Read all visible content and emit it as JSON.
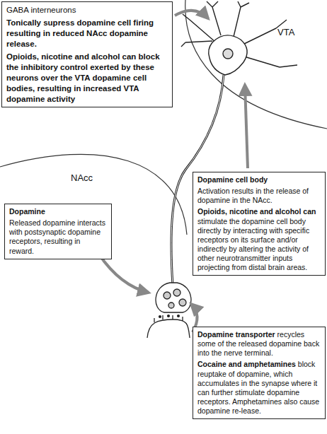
{
  "diagram": {
    "nodes": [
      {
        "text": [
          "GABA interneurons",
          "Tonically supress dopamine cell firing resulting in reduced NAcc dopamine release.",
          "Opioids, nicotine and alcohol can block the inhibitory control exerted by these neurons over the VTA dopamine cell bodies, resulting in increased VTA dopamine activity"
        ]
      },
      {
        "text": [
          "Dopamine",
          "Released dopamine interacts with postsynaptic dopamine receptors, resulting in reward."
        ]
      },
      {
        "text": [
          "Dopamine cell body",
          "Activation results in the release of dopamine in the NAcc.",
          "Opioids, nicotine and alcohol can",
          "stimulate the dopamine cell body directly by interacting with specific receptors on its surface and/or indirectly by altering the activity of other neurotransmitter inputs projecting from distal brain areas."
        ]
      },
      {
        "text": [
          "Dopamine transporter",
          "recycles some of the released dopamine back into the nerve terminal.",
          "Cocaine and amphetamines",
          "block reuptake of dopamine, which accumulates in the synapse where it can further stimulate dopamine receptors. Amphetamines also cause dopamine re-lease."
        ]
      }
    ],
    "labels": [
      "VTA",
      "NAcc"
    ]
  }
}
